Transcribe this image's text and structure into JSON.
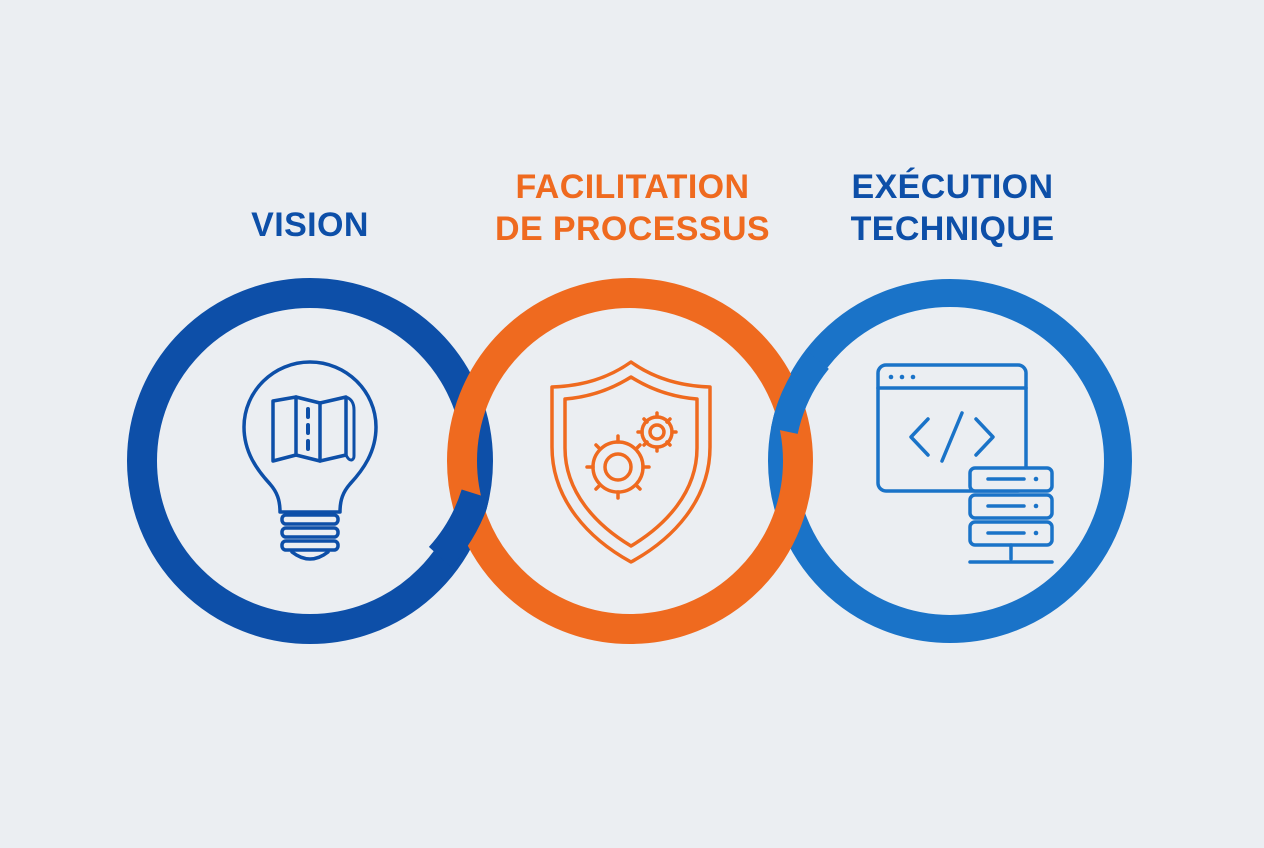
{
  "diagram": {
    "circles": [
      {
        "id": "vision",
        "title_lines": [
          "VISION"
        ],
        "color": "#0d4fa8",
        "icon": "lightbulb-map-icon"
      },
      {
        "id": "facilitation",
        "title_lines": [
          "FACILITATION",
          "DE PROCESSUS"
        ],
        "color": "#ef6a1f",
        "icon": "shield-gears-icon"
      },
      {
        "id": "execution",
        "title_lines": [
          "EXÉCUTION",
          "TECHNIQUE"
        ],
        "color": "#1a73c8",
        "icon": "code-window-server-icon"
      }
    ],
    "background": "#ebeef2"
  }
}
